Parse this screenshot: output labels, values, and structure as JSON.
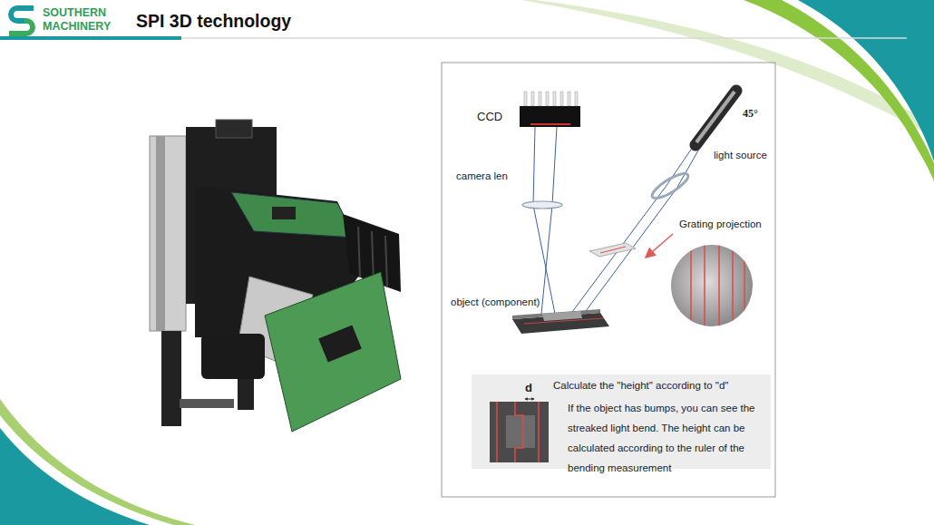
{
  "diagram": {
    "title": "SPI 3D technology",
    "nodes": [
      {
        "text": [
          "Calculate the \"height\" according to \"d\"",
          "If the object has bumps, you can see the streaked light bend. The height can be calculated according to the ruler of the bending measurement"
        ]
      }
    ],
    "labels": [
      "SOUTHERN",
      "MACHINERY",
      "CCD",
      "45°",
      "light source",
      "camera len",
      "Grating projection",
      "object (component)",
      "d"
    ]
  }
}
